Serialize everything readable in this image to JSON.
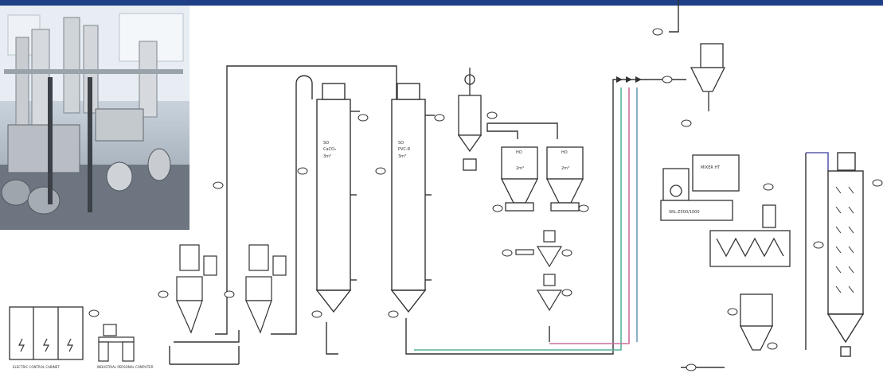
{
  "header": {
    "accent_color": "#1f3f86"
  },
  "photo": {
    "subject": "factory-equipment-photo"
  },
  "line_colors": {
    "main": "#333333",
    "green_line": "#59b39c",
    "pink_line": "#c9709c",
    "blue_line": "#5a5fb0"
  },
  "labels": {
    "silo1": {
      "l1": "SO",
      "l2": "CaCO₃",
      "l3": "3m³"
    },
    "silo2": {
      "l1": "SO",
      "l2": "PVC-R",
      "l3": "3m³"
    },
    "hopper1": {
      "l1": "HO",
      "l2": "2m³"
    },
    "hopper2": {
      "l1": "HO",
      "l2": "2m³"
    },
    "mixer_hot": "MIXER HT",
    "mixer_cold": "SRL-Z500/1000",
    "control_cabinet_caption": "ELECTRIC CONTROL CABINET",
    "industrial_pc_caption": "INDUSTRIAL PERSONAL COMPUTER"
  }
}
